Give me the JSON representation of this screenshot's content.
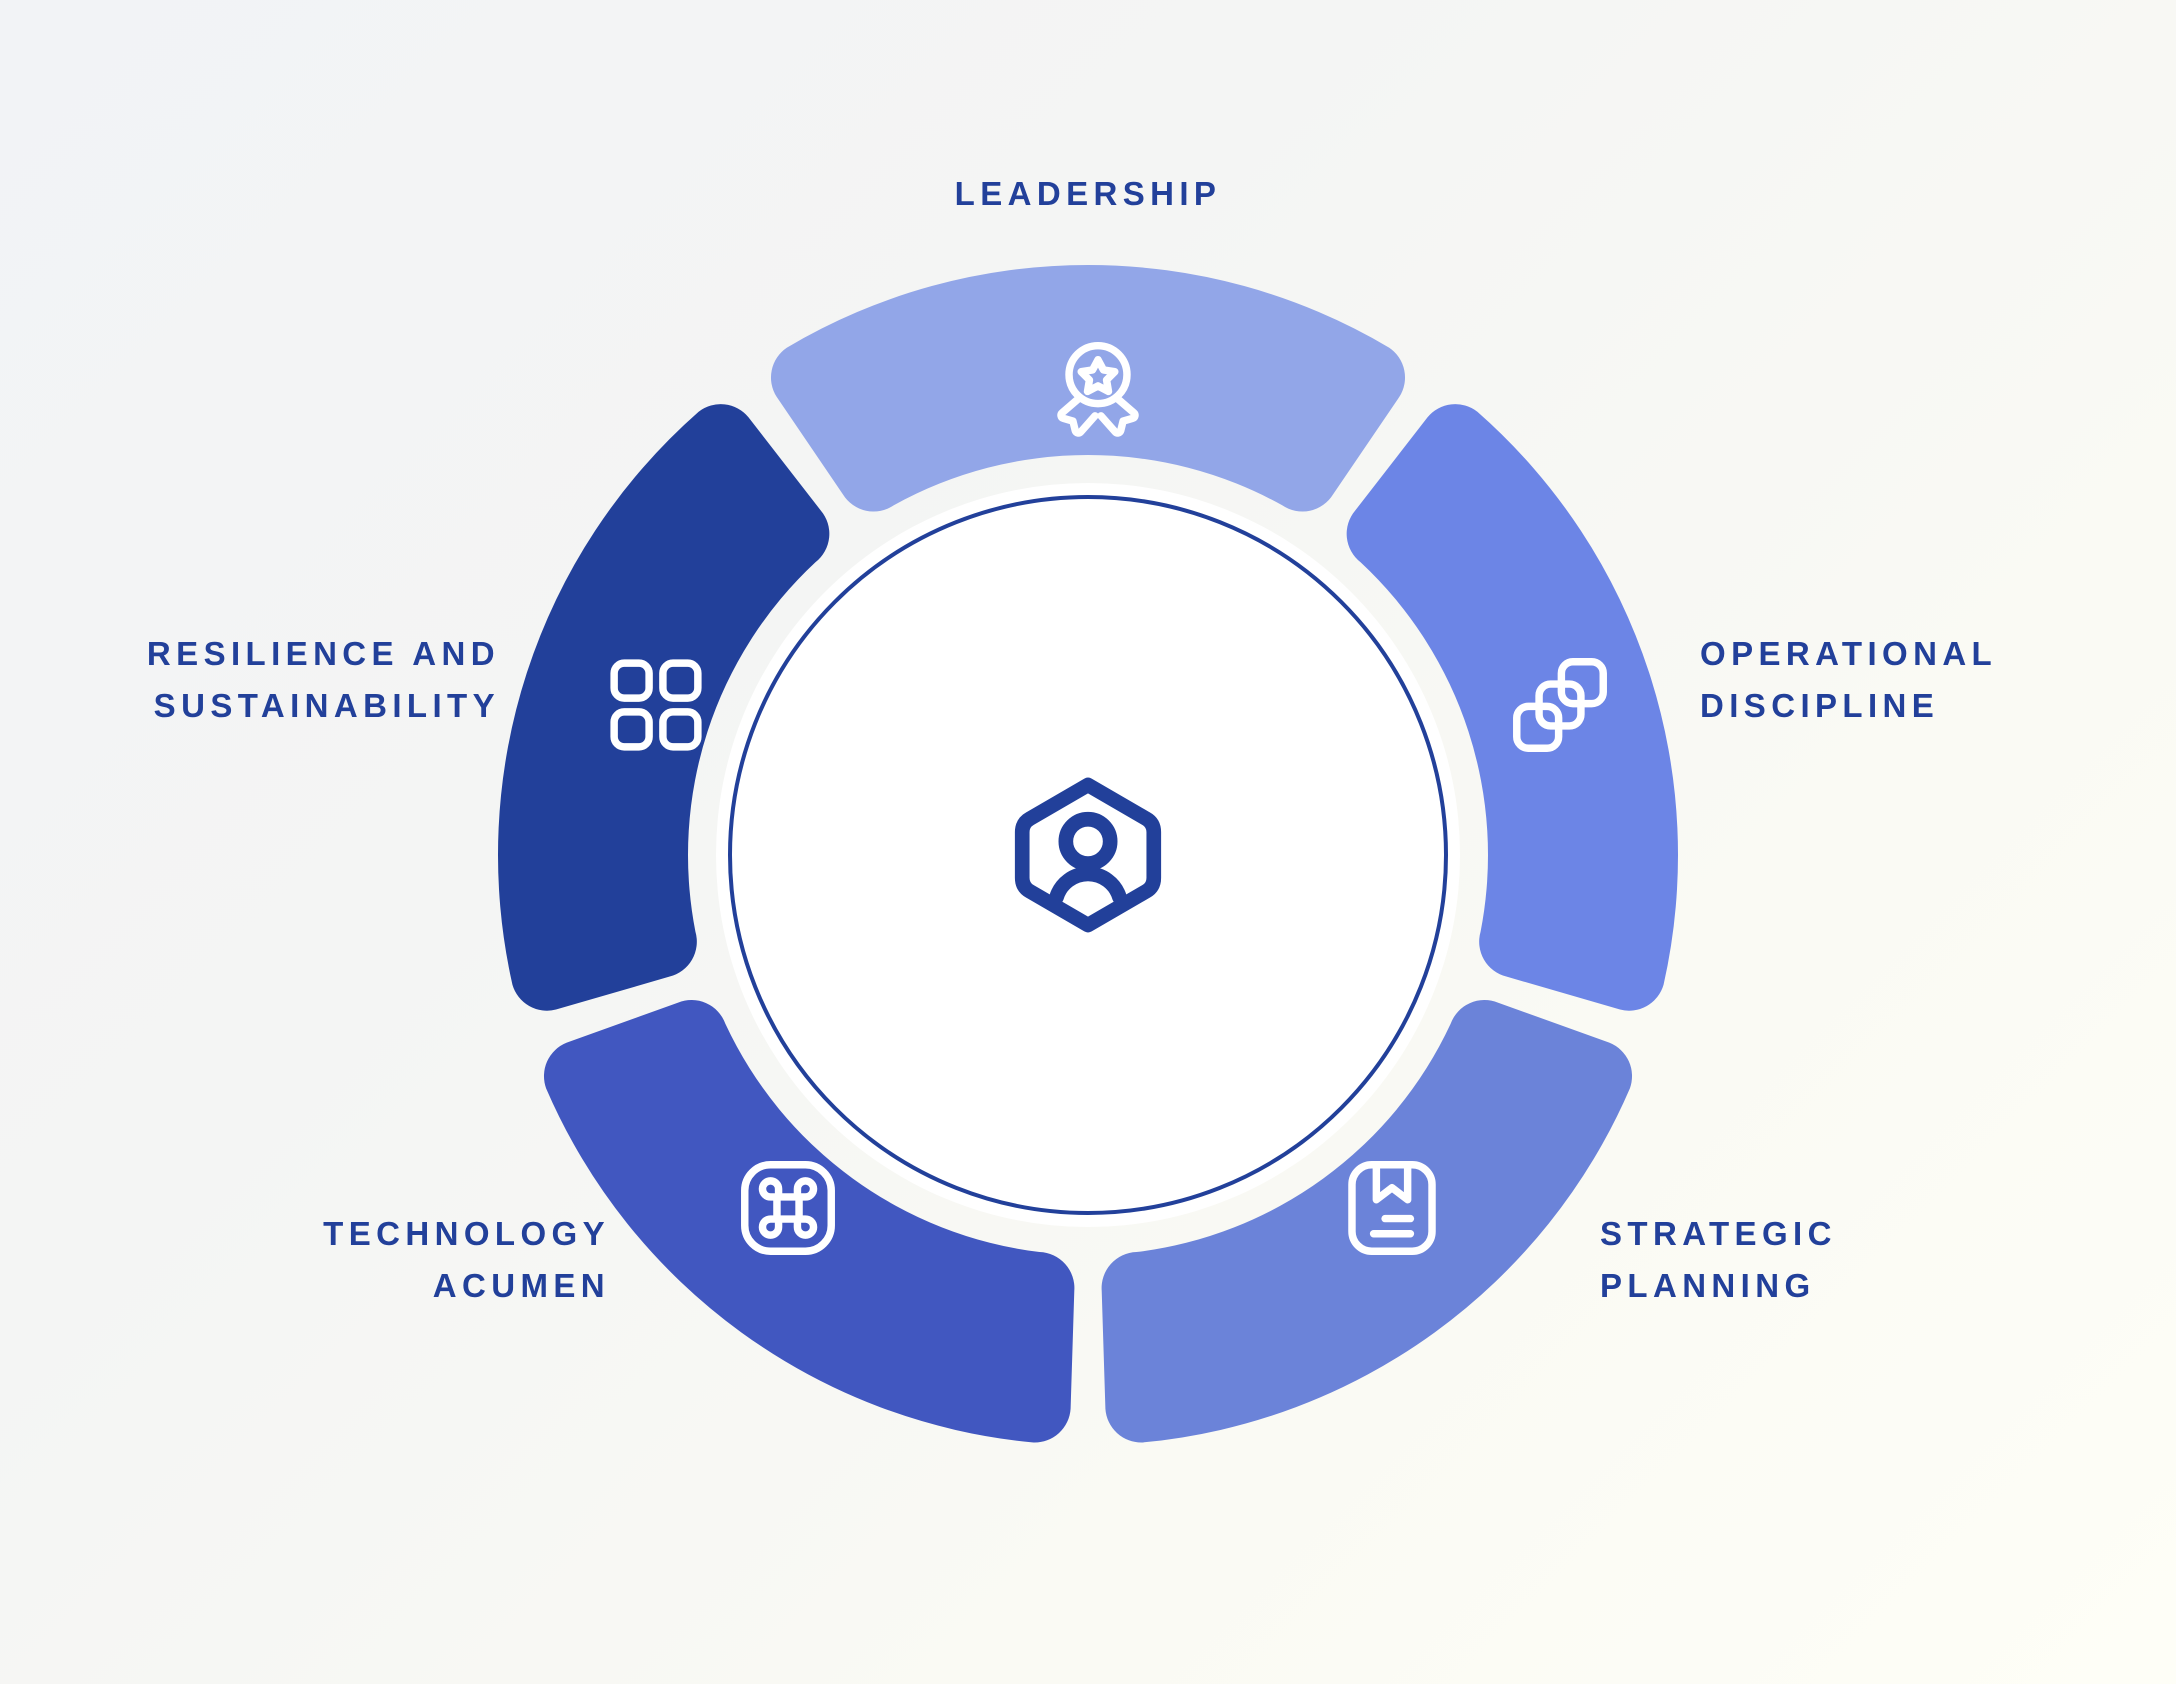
{
  "diagram": {
    "type": "donut-segment-wheel",
    "title_center_icon": "person-hexagon-icon",
    "segment_count": 5,
    "background_gradient": [
      "#f2f3f6",
      "#fefef7"
    ],
    "label_color": "#22409A",
    "center": {
      "icon": "person-hexagon-icon",
      "icon_color": "#22409A",
      "ring_stroke": "#22409A",
      "fill": "#ffffff"
    },
    "segments": [
      {
        "id": "leadership",
        "label": "LEADERSHIP",
        "icon": "award-ribbon-star-icon",
        "color": "#92A6E8",
        "icon_color": "#ffffff",
        "start_angle": -36,
        "end_angle": 36,
        "label_position": "top",
        "label_align": "center"
      },
      {
        "id": "operational-discipline",
        "label": "OPERATIONAL\nDISCIPLINE",
        "icon": "stacked-squares-icon",
        "color": "#6C85E6",
        "icon_color": "#ffffff",
        "start_angle": 36,
        "end_angle": 108,
        "label_position": "right",
        "label_align": "left"
      },
      {
        "id": "strategic-planning",
        "label": "STRATEGIC\nPLANNING",
        "icon": "bookmarked-document-icon",
        "color": "#6B83D9",
        "icon_color": "#ffffff",
        "start_angle": 108,
        "end_angle": 180,
        "label_position": "bottom-right",
        "label_align": "left"
      },
      {
        "id": "technology-acumen",
        "label": "TECHNOLOGY\nACUMEN",
        "icon": "command-key-icon",
        "color": "#4157C0",
        "icon_color": "#ffffff",
        "start_angle": 180,
        "end_angle": 252,
        "label_position": "bottom-left",
        "label_align": "right"
      },
      {
        "id": "resilience-and-sustainability",
        "label": "RESILIENCE AND\nSUSTAINABILITY",
        "icon": "four-squares-grid-icon",
        "color": "#22409A",
        "icon_color": "#ffffff",
        "start_angle": 252,
        "end_angle": 324,
        "label_position": "left",
        "label_align": "right"
      }
    ]
  }
}
